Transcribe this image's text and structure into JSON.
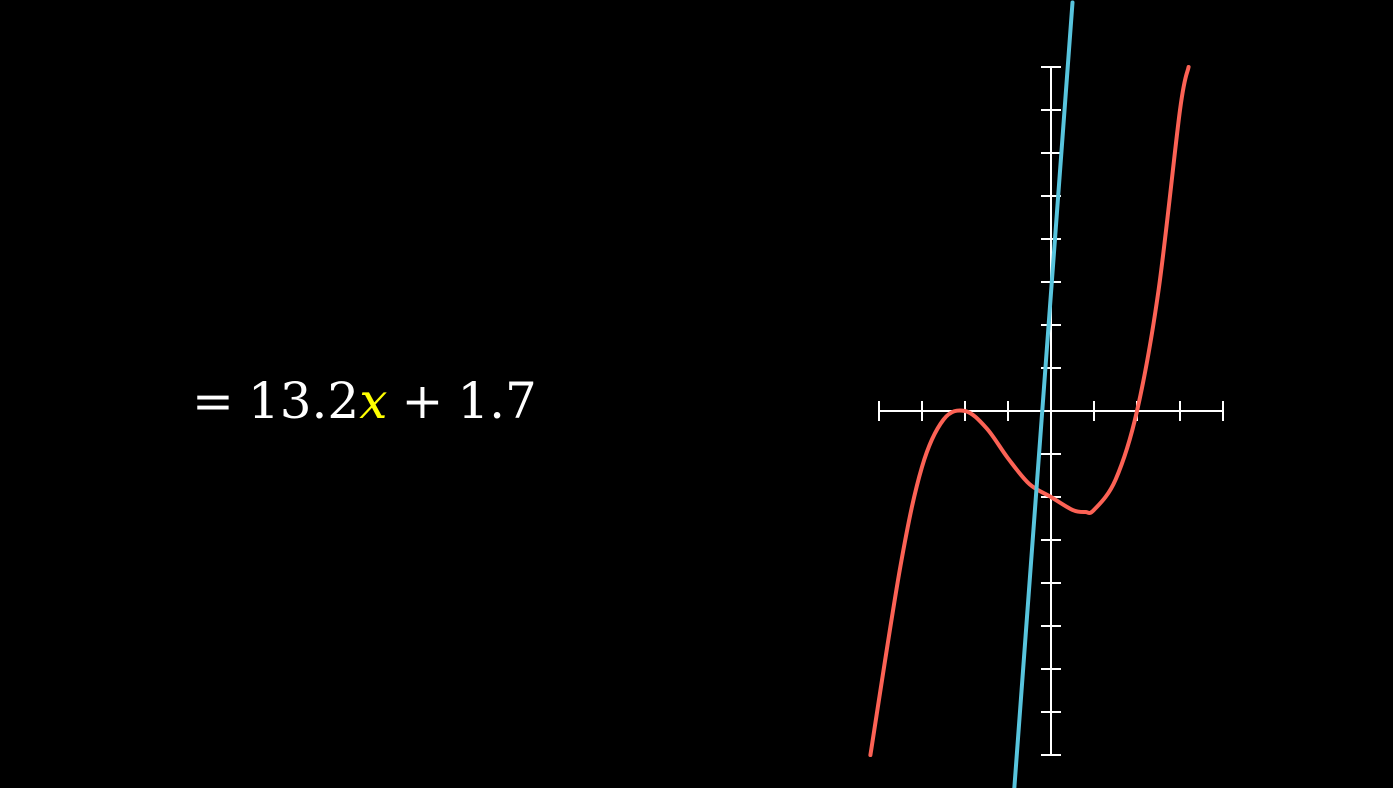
{
  "equation": {
    "equals": "=",
    "coefficient": "13.2",
    "variable": "x",
    "plus": "+",
    "constant": "1.7",
    "variable_color": "#FFFF00",
    "text_color": "#FFFFFF"
  },
  "chart_data": {
    "type": "line",
    "x_range": [
      -4,
      4
    ],
    "y_range": [
      -8,
      8
    ],
    "x_tick_step": 1,
    "y_tick_step": 1,
    "grid": false,
    "axis_color": "#FFFFFF",
    "series": [
      {
        "kind": "cubic",
        "color": "#FC6255",
        "x": [
          -4.2,
          -3.5,
          -3.0,
          -2.5,
          -2.0,
          -1.5,
          -1.0,
          -0.5,
          0.0,
          0.5,
          0.8,
          1.0,
          1.5,
          2.0,
          2.5,
          3.0,
          3.2
        ],
        "y": [
          -8.0,
          -3.6,
          -1.3,
          -0.2,
          0.0,
          -0.4,
          -1.1,
          -1.7,
          -2.0,
          -2.3,
          -2.35,
          -2.3,
          -1.6,
          0.0,
          2.8,
          7.0,
          8.0
        ]
      },
      {
        "kind": "tangent_line",
        "color": "#58C4DD",
        "x": [
          -0.87,
          0.5
        ],
        "y": [
          -9.0,
          9.5
        ]
      }
    ]
  }
}
